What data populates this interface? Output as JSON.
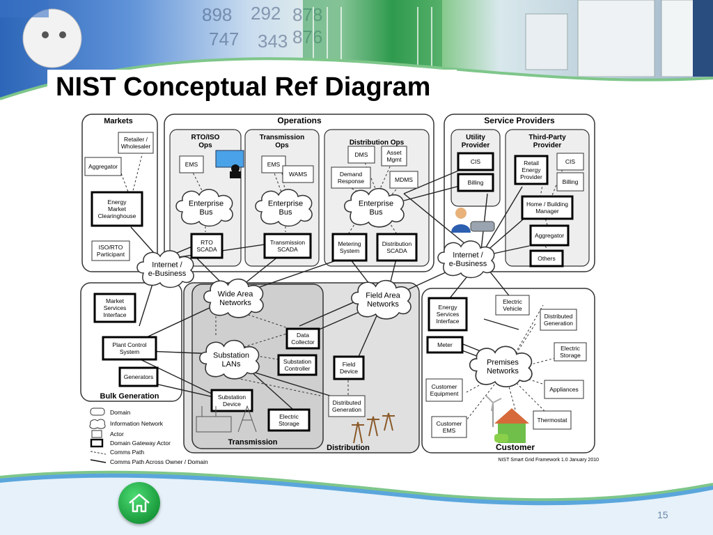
{
  "slide": {
    "title": "NIST Conceptual Ref Diagram",
    "page_number": "15",
    "footnote": "NIST Smart Grid Framework 1.0 January 2010"
  },
  "domains": {
    "markets": "Markets",
    "operations": "Operations",
    "service_providers": "Service Providers",
    "bulk_generation": "Bulk Generation",
    "transmission": "Transmission",
    "distribution": "Distribution",
    "customer": "Customer"
  },
  "subdomains": {
    "rto_iso_ops": [
      "RTO/ISO",
      "Ops"
    ],
    "transmission_ops": [
      "Transmission",
      "Ops"
    ],
    "distribution_ops": [
      "Distribution Ops"
    ],
    "utility_provider": [
      "Utility",
      "Provider"
    ],
    "third_party_provider": [
      "Third-Party",
      "Provider"
    ]
  },
  "actors": {
    "retailer_wholesaler": [
      "Retailer /",
      "Wholesaler"
    ],
    "aggregator_markets": [
      "Aggregator"
    ],
    "energy_market_clearinghouse": [
      "Energy",
      "Market",
      "Clearinghouse"
    ],
    "iso_rto_participant": [
      "ISO/RTO",
      "Participant"
    ],
    "ems_rto": [
      "EMS"
    ],
    "ems_trans": [
      "EMS"
    ],
    "wams": [
      "WAMS"
    ],
    "rto_scada": [
      "RTO",
      "SCADA"
    ],
    "transmission_scada": [
      "Transmission",
      "SCADA"
    ],
    "dms": [
      "DMS"
    ],
    "asset_mgmt": [
      "Asset",
      "Mgmt"
    ],
    "demand_response": [
      "Demand",
      "Response"
    ],
    "mdms": [
      "MDMS"
    ],
    "metering_system": [
      "Metering",
      "System"
    ],
    "distribution_scada": [
      "Distribution",
      "SCADA"
    ],
    "cis_utility": [
      "CIS"
    ],
    "billing_utility": [
      "Billing"
    ],
    "retail_energy_provider": [
      "Retail",
      "Energy",
      "Provider"
    ],
    "cis_third": [
      "CIS"
    ],
    "billing_third": [
      "Billing"
    ],
    "home_building_manager": [
      "Home / Building",
      "Manager"
    ],
    "aggregator_sp": [
      "Aggregator"
    ],
    "others": [
      "Others"
    ],
    "market_services_interface": [
      "Market",
      "Services",
      "Interface"
    ],
    "plant_control_system": [
      "Plant Control",
      "System"
    ],
    "generators": [
      "Generators"
    ],
    "data_collector": [
      "Data",
      "Collector"
    ],
    "substation_controller": [
      "Substation",
      "Controller"
    ],
    "field_device": [
      "Field",
      "Device"
    ],
    "substation_device": [
      "Substation",
      "Device"
    ],
    "electric_storage_t": [
      "Electric",
      "Storage"
    ],
    "distributed_generation_d": [
      "Distributed",
      "Generation"
    ],
    "energy_services_interface": [
      "Energy",
      "Services",
      "Interface"
    ],
    "meter": [
      "Meter"
    ],
    "electric_vehicle": [
      "Electric",
      "Vehicle"
    ],
    "distributed_generation_c": [
      "Distributed",
      "Generation"
    ],
    "electric_storage_c": [
      "Electric",
      "Storage"
    ],
    "appliances": [
      "Appliances"
    ],
    "thermostat": [
      "Thermostat"
    ],
    "customer_equipment": [
      "Customer",
      "Equipment"
    ],
    "customer_ems": [
      "Customer",
      "EMS"
    ]
  },
  "networks": {
    "enterprise_bus_rto": [
      "Enterprise",
      "Bus"
    ],
    "enterprise_bus_trans": [
      "Enterprise",
      "Bus"
    ],
    "enterprise_bus_dist": [
      "Enterprise",
      "Bus"
    ],
    "internet_left": [
      "Internet /",
      "e-Business"
    ],
    "internet_right": [
      "Internet /",
      "e-Business"
    ],
    "wide_area_networks": [
      "Wide Area",
      "Networks"
    ],
    "field_area_networks": [
      "Field Area",
      "Networks"
    ],
    "substation_lans": [
      "Substation",
      "LANs"
    ],
    "premises_networks": [
      "Premises",
      "Networks"
    ]
  },
  "legend": [
    "Domain",
    "Information Network",
    "Actor",
    "Domain Gateway Actor",
    "Comms Path",
    "Comms Path Across Owner / Domain"
  ],
  "colors": {
    "header_blue": "#2d66b8",
    "header_green": "#2e9a4c",
    "home_button_green": "#1a9a3c",
    "page_number": "#6b87a8"
  }
}
